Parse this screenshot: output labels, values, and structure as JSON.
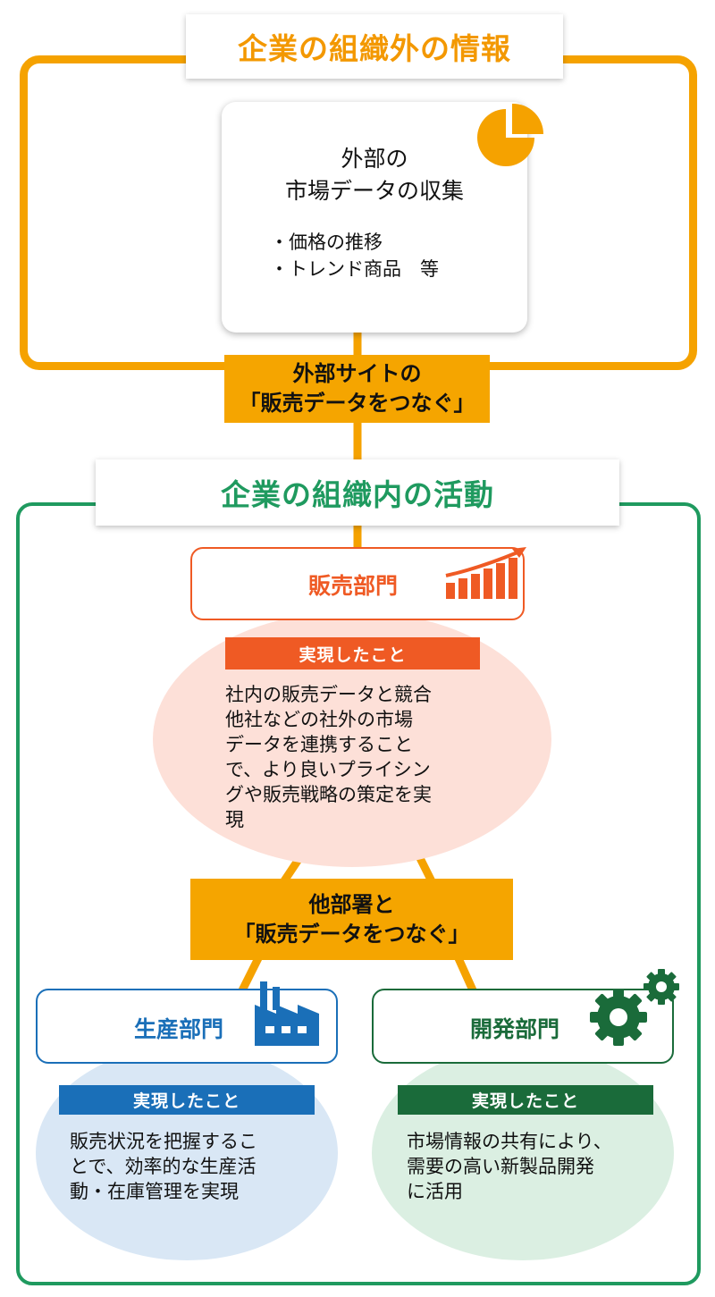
{
  "top": {
    "banner": "企業の組織外の情報",
    "card_title_line1": "外部の",
    "card_title_line2": "市場データの収集",
    "card_items": [
      "・価格の推移",
      "・トレンド商品　等"
    ],
    "connector_line1": "外部サイトの",
    "connector_line2": "「販売データをつなぐ」"
  },
  "bottom": {
    "banner": "企業の組織内の活動",
    "sales": {
      "label": "販売部門",
      "badge": "実現したこと",
      "lines": [
        "社内の販売データと競合",
        "他社などの社外の市場",
        "データを連携すること",
        "で、より良いプライシン",
        "グや販売戦略の策定を実",
        "現"
      ]
    },
    "connector_line1": "他部署と",
    "connector_line2": "「販売データをつなぐ」",
    "production": {
      "label": "生産部門",
      "badge": "実現したこと",
      "lines": [
        "販売状況を把握するこ",
        "とで、効率的な生産活",
        "動・在庫管理を実現"
      ]
    },
    "development": {
      "label": "開発部門",
      "badge": "実現したこと",
      "lines": [
        "市場情報の共有により、",
        "需要の高い新製品開発",
        "に活用"
      ]
    }
  },
  "colors": {
    "orange": "#f5a200",
    "green": "#1f9a5f",
    "sales_red": "#ef5a24",
    "production_blue": "#1a6fb8",
    "development_green": "#1a6b3a"
  },
  "icons": [
    "pie-chart-icon",
    "bar-chart-growth-icon",
    "factory-icon",
    "gear-icon"
  ]
}
